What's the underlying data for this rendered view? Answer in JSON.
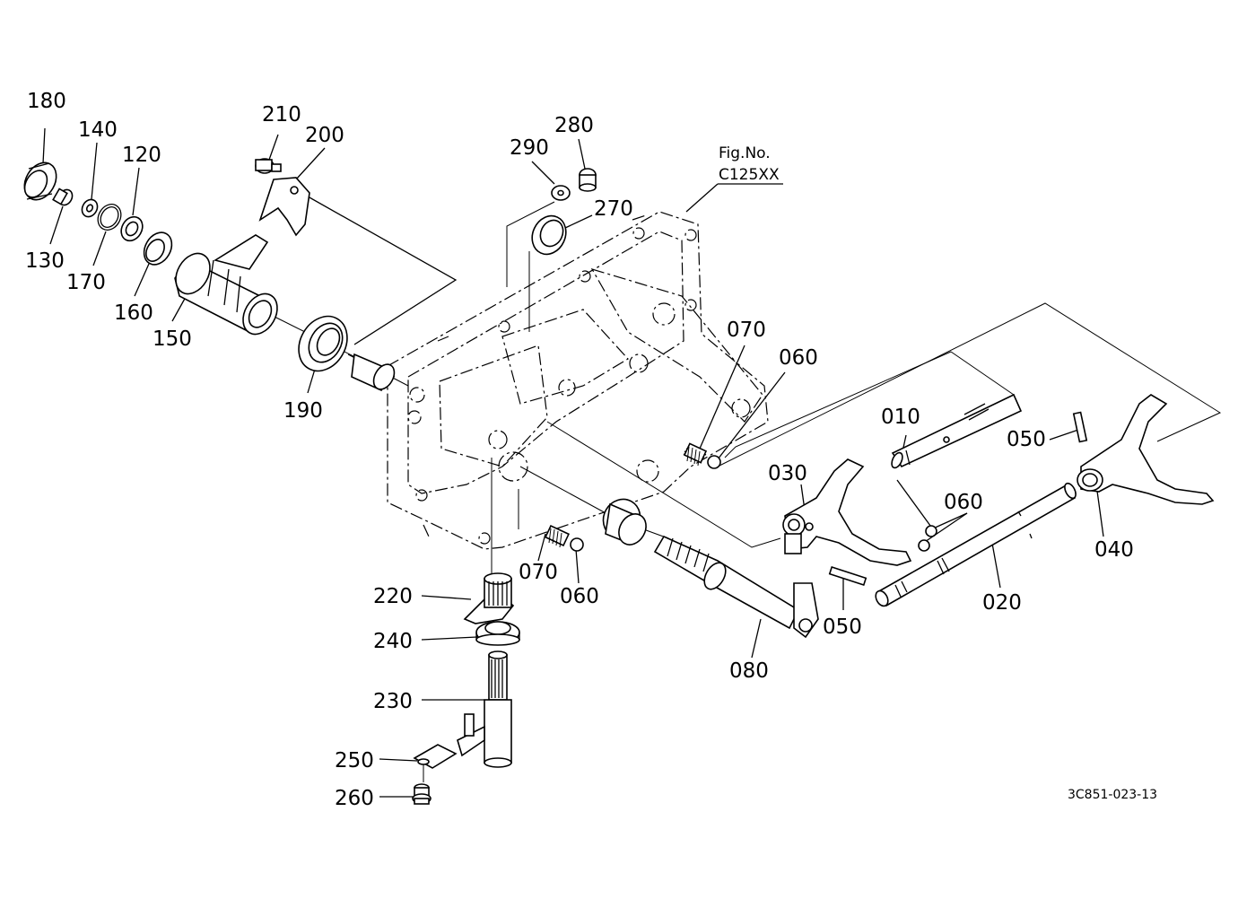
{
  "figure": {
    "fig_no_label": "Fig.No.",
    "fig_no_value": "C125XX",
    "drawing_code": "3C851-023-13"
  },
  "part_labels": [
    {
      "id": "180",
      "text": "180"
    },
    {
      "id": "140",
      "text": "140"
    },
    {
      "id": "120",
      "text": "120"
    },
    {
      "id": "130",
      "text": "130"
    },
    {
      "id": "170",
      "text": "170"
    },
    {
      "id": "160",
      "text": "160"
    },
    {
      "id": "150",
      "text": "150"
    },
    {
      "id": "190",
      "text": "190"
    },
    {
      "id": "210",
      "text": "210"
    },
    {
      "id": "200",
      "text": "200"
    },
    {
      "id": "290",
      "text": "290"
    },
    {
      "id": "280",
      "text": "280"
    },
    {
      "id": "270",
      "text": "270"
    },
    {
      "id": "070a",
      "text": "070"
    },
    {
      "id": "060a",
      "text": "060"
    },
    {
      "id": "010",
      "text": "010"
    },
    {
      "id": "050a",
      "text": "050"
    },
    {
      "id": "030",
      "text": "030"
    },
    {
      "id": "060b",
      "text": "060"
    },
    {
      "id": "040",
      "text": "040"
    },
    {
      "id": "020",
      "text": "020"
    },
    {
      "id": "050b",
      "text": "050"
    },
    {
      "id": "070b",
      "text": "070"
    },
    {
      "id": "060c",
      "text": "060"
    },
    {
      "id": "220",
      "text": "220"
    },
    {
      "id": "240",
      "text": "240"
    },
    {
      "id": "080",
      "text": "080"
    },
    {
      "id": "230",
      "text": "230"
    },
    {
      "id": "250",
      "text": "250"
    },
    {
      "id": "260",
      "text": "260"
    }
  ]
}
